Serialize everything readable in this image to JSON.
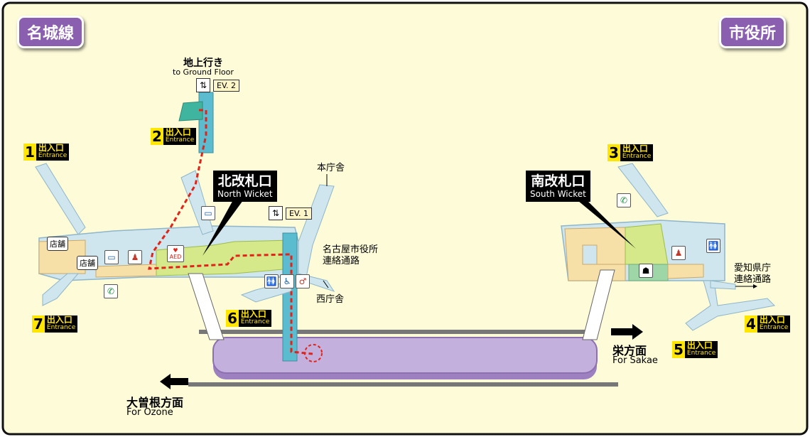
{
  "lines": {
    "left": "名城線",
    "right": "市役所"
  },
  "wickets": {
    "north": {
      "jp": "北改札口",
      "en": "North Wicket"
    },
    "south": {
      "jp": "南改札口",
      "en": "South Wicket"
    }
  },
  "exits": [
    {
      "num": "1",
      "jp": "出入口",
      "en": "Entrance"
    },
    {
      "num": "2",
      "jp": "出入口",
      "en": "Entrance"
    },
    {
      "num": "3",
      "jp": "出入口",
      "en": "Entrance"
    },
    {
      "num": "4",
      "jp": "出入口",
      "en": "Entrance"
    },
    {
      "num": "5",
      "jp": "出入口",
      "en": "Entrance"
    },
    {
      "num": "6",
      "jp": "出入口",
      "en": "Entrance"
    },
    {
      "num": "7",
      "jp": "出入口",
      "en": "Entrance"
    }
  ],
  "elevators": {
    "ev1": "EV. 1",
    "ev2": "EV. 2"
  },
  "ground_floor": {
    "jp": "地上行き",
    "en": "to Ground Floor"
  },
  "shops": [
    "店舗",
    "店舗"
  ],
  "aed": "AED",
  "places": {
    "honchosha": "本庁舎",
    "nishichosha": "西庁舎",
    "city_hall_passage": [
      "名古屋市役所",
      "連絡通路"
    ],
    "pref_passage": [
      "愛知県庁",
      "連絡通路"
    ]
  },
  "directions": {
    "sakae": {
      "jp": "栄方面",
      "en": "For Sakae"
    },
    "ozone": {
      "jp": "大曽根方面",
      "en": "For Ozone"
    }
  },
  "colors": {
    "background": "#fdfbd8",
    "concourse": "#cfe6ef",
    "platform": "#c4b0dc",
    "wicket_area": "#d5e98a",
    "shop_area": "#f7dfa8",
    "route": "#e2231a",
    "line_tag": "#8a5fb0"
  }
}
